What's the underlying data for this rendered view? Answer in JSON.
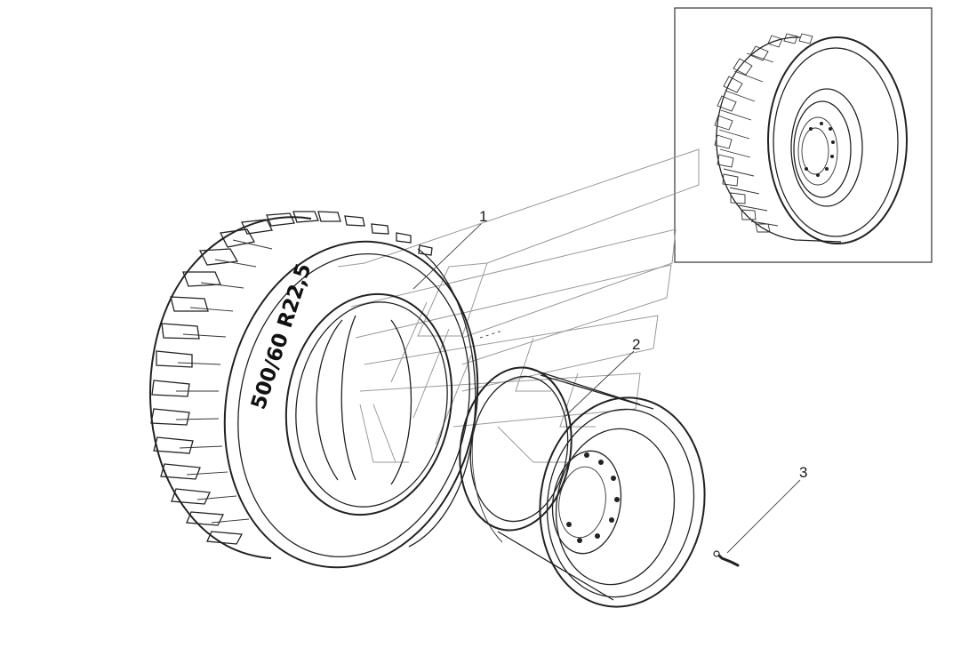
{
  "diagram": {
    "callouts": [
      {
        "id": "1",
        "label": "1"
      },
      {
        "id": "2",
        "label": "2"
      },
      {
        "id": "3",
        "label": "3"
      }
    ],
    "tire_marking": "500/60 R22,5"
  }
}
